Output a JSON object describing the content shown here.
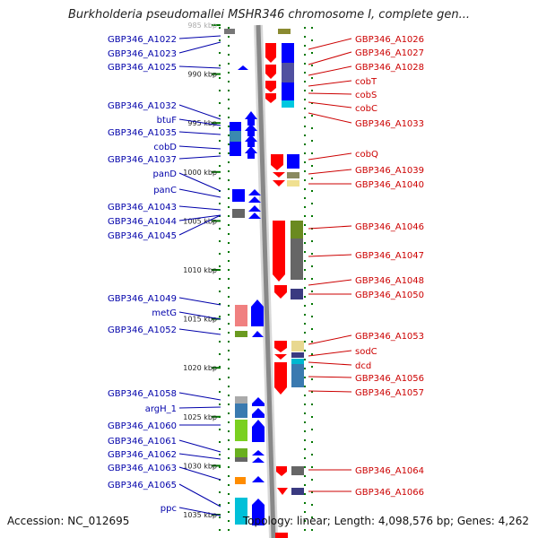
{
  "title": "Burkholderia pseudomallei MSHR346 chromosome I, complete gen...",
  "accession": "Accession: NC_012695",
  "topology": "Topology: linear; Length: 4,098,576 bp; Genes: 4,262",
  "ruler_ticks": [
    {
      "kbp": 985,
      "label": "985 kbp"
    },
    {
      "kbp": 990,
      "label": "990 kbp"
    },
    {
      "kbp": 995,
      "label": "995 kbp"
    },
    {
      "kbp": 1000,
      "label": "1000 kbp"
    },
    {
      "kbp": 1005,
      "label": "1005 kbp"
    },
    {
      "kbp": 1010,
      "label": "1010 kbp"
    },
    {
      "kbp": 1015,
      "label": "1015 kbp"
    },
    {
      "kbp": 1020,
      "label": "1020 kbp"
    },
    {
      "kbp": 1025,
      "label": "1025 kbp"
    },
    {
      "kbp": 1030,
      "label": "1030 kbp"
    },
    {
      "kbp": 1035,
      "label": "1035 kbp"
    }
  ],
  "left_labels": [
    "GBP346_A1022",
    "GBP346_A1023",
    "GBP346_A1025",
    "GBP346_A1032",
    "btuF",
    "GBP346_A1035",
    "cobD",
    "GBP346_A1037",
    "panD",
    "panC",
    "GBP346_A1043",
    "GBP346_A1044",
    "GBP346_A1045",
    "GBP346_A1049",
    "metG",
    "GBP346_A1052",
    "GBP346_A1058",
    "argH_1",
    "GBP346_A1060",
    "GBP346_A1061",
    "GBP346_A1062",
    "GBP346_A1063",
    "GBP346_A1065",
    "ppc"
  ],
  "right_labels": [
    "GBP346_A1026",
    "GBP346_A1027",
    "GBP346_A1028",
    "cobT",
    "cobS",
    "cobC",
    "GBP346_A1033",
    "cobQ",
    "GBP346_A1039",
    "GBP346_A1040",
    "GBP346_A1046",
    "GBP346_A1047",
    "GBP346_A1048",
    "GBP346_A1050",
    "GBP346_A1053",
    "sodC",
    "dcd",
    "GBP346_A1056",
    "GBP346_A1057",
    "GBP346_A1064",
    "GBP346_A1066"
  ],
  "colors": {
    "forward": "#ff0000",
    "reverse": "#0000ff",
    "left_label": "#0000aa",
    "right_label": "#cc0000",
    "backbone": "#888888",
    "tick": "#007700"
  }
}
